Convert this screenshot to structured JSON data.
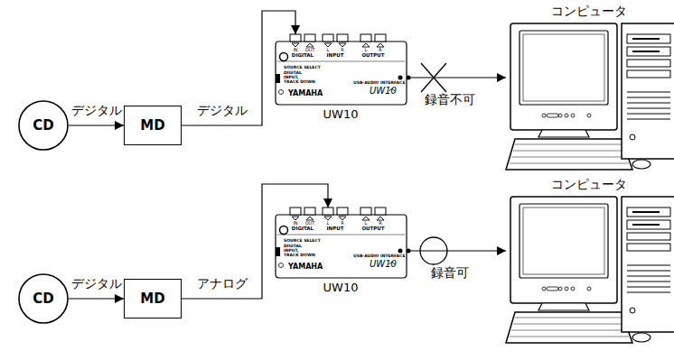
{
  "diagram": {
    "nodes": [
      {
        "text": [
          "CD"
        ]
      },
      {
        "text": [
          "MD"
        ]
      },
      {
        "text": [
          "UW10",
          "IN",
          "OUT",
          "L",
          "R",
          "L",
          "R",
          "DIGITAL",
          "INPUT",
          "OUTPUT",
          "SOURCE SELECT",
          "DIGITAL",
          "INPUT,",
          "TRACK DOWN",
          "YAMAHA",
          "USB-AUDIO INTERFACE",
          "UW10"
        ]
      },
      {
        "text": [
          "コンピュータ"
        ]
      },
      {
        "text": [
          "CD"
        ]
      },
      {
        "text": [
          "MD"
        ]
      },
      {
        "text": [
          "UW10",
          "IN",
          "OUT",
          "L",
          "R",
          "L",
          "R",
          "DIGITAL",
          "INPUT",
          "OUTPUT",
          "SOURCE SELECT",
          "DIGITAL",
          "INPUT,",
          "TRACK DOWN",
          "YAMAHA",
          "USB-AUDIO INTERFACE",
          "UW10"
        ]
      },
      {
        "text": [
          "コンピュータ"
        ]
      }
    ],
    "edges": [
      {
        "from": 0,
        "to": 1,
        "label": "デジタル",
        "arrow": "to"
      },
      {
        "from": 1,
        "to": 2,
        "label": "デジタル",
        "arrow": "to"
      },
      {
        "from": 2,
        "to": 3,
        "label": "録音不可",
        "arrow": "to"
      },
      {
        "from": 4,
        "to": 5,
        "label": "デジタル",
        "arrow": "to"
      },
      {
        "from": 5,
        "to": 6,
        "label": "アナログ",
        "arrow": "to"
      },
      {
        "from": 6,
        "to": 7,
        "label": "録音可",
        "arrow": "to"
      }
    ]
  }
}
